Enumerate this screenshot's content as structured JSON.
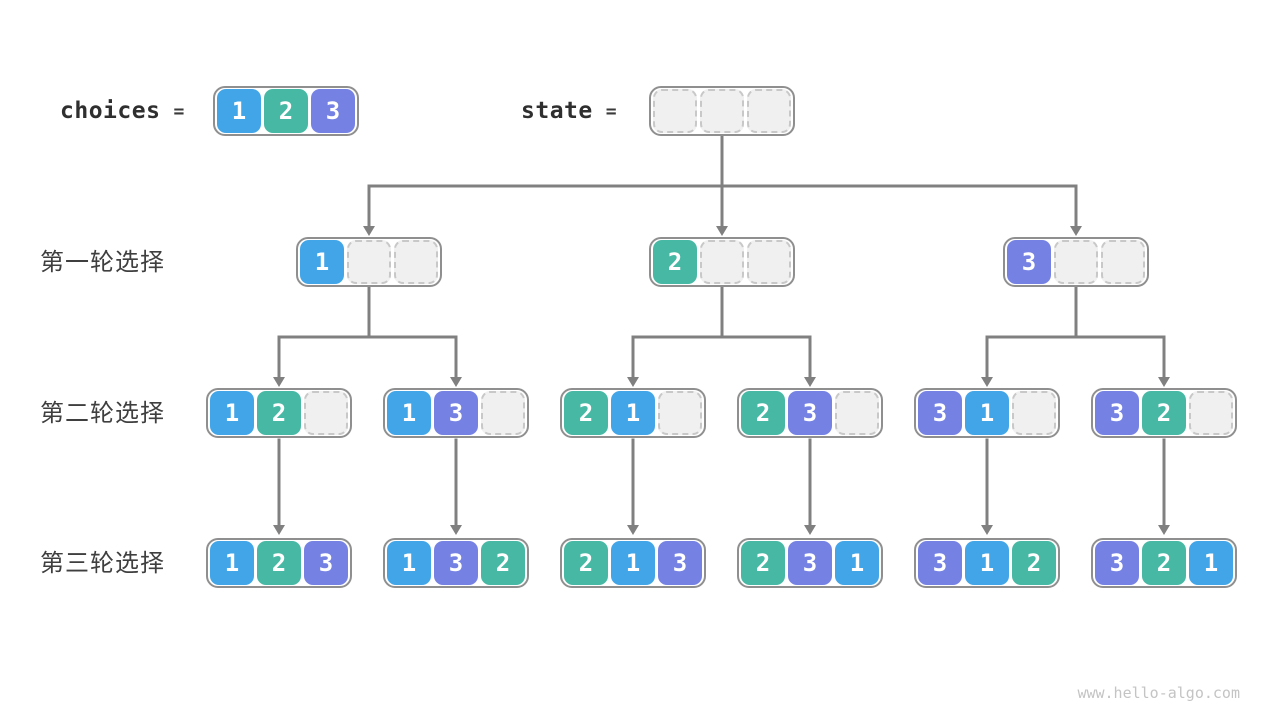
{
  "header": {
    "choices_label": "choices",
    "state_label": "state",
    "equals": "=",
    "choices": [
      "1",
      "2",
      "3"
    ],
    "state": [
      "",
      "",
      ""
    ]
  },
  "rows": [
    {
      "label": "第一轮选择",
      "nodes": [
        [
          "1",
          "",
          ""
        ],
        [
          "2",
          "",
          ""
        ],
        [
          "3",
          "",
          ""
        ]
      ]
    },
    {
      "label": "第二轮选择",
      "nodes": [
        [
          "1",
          "2",
          ""
        ],
        [
          "1",
          "3",
          ""
        ],
        [
          "2",
          "1",
          ""
        ],
        [
          "2",
          "3",
          ""
        ],
        [
          "3",
          "1",
          ""
        ],
        [
          "3",
          "2",
          ""
        ]
      ]
    },
    {
      "label": "第三轮选择",
      "nodes": [
        [
          "1",
          "2",
          "3"
        ],
        [
          "1",
          "3",
          "2"
        ],
        [
          "2",
          "1",
          "3"
        ],
        [
          "2",
          "3",
          "1"
        ],
        [
          "3",
          "1",
          "2"
        ],
        [
          "3",
          "2",
          "1"
        ]
      ]
    }
  ],
  "colors": {
    "cell_1": "#42a5e8",
    "cell_2": "#47b8a4",
    "cell_3": "#7582e4",
    "arrow": "#808080",
    "container_border": "#8f8f8f",
    "empty_fill": "#f0f0f0",
    "empty_border": "#c8c8c8",
    "label_text": "#3f3f3f"
  },
  "watermark": "www.hello-algo.com"
}
